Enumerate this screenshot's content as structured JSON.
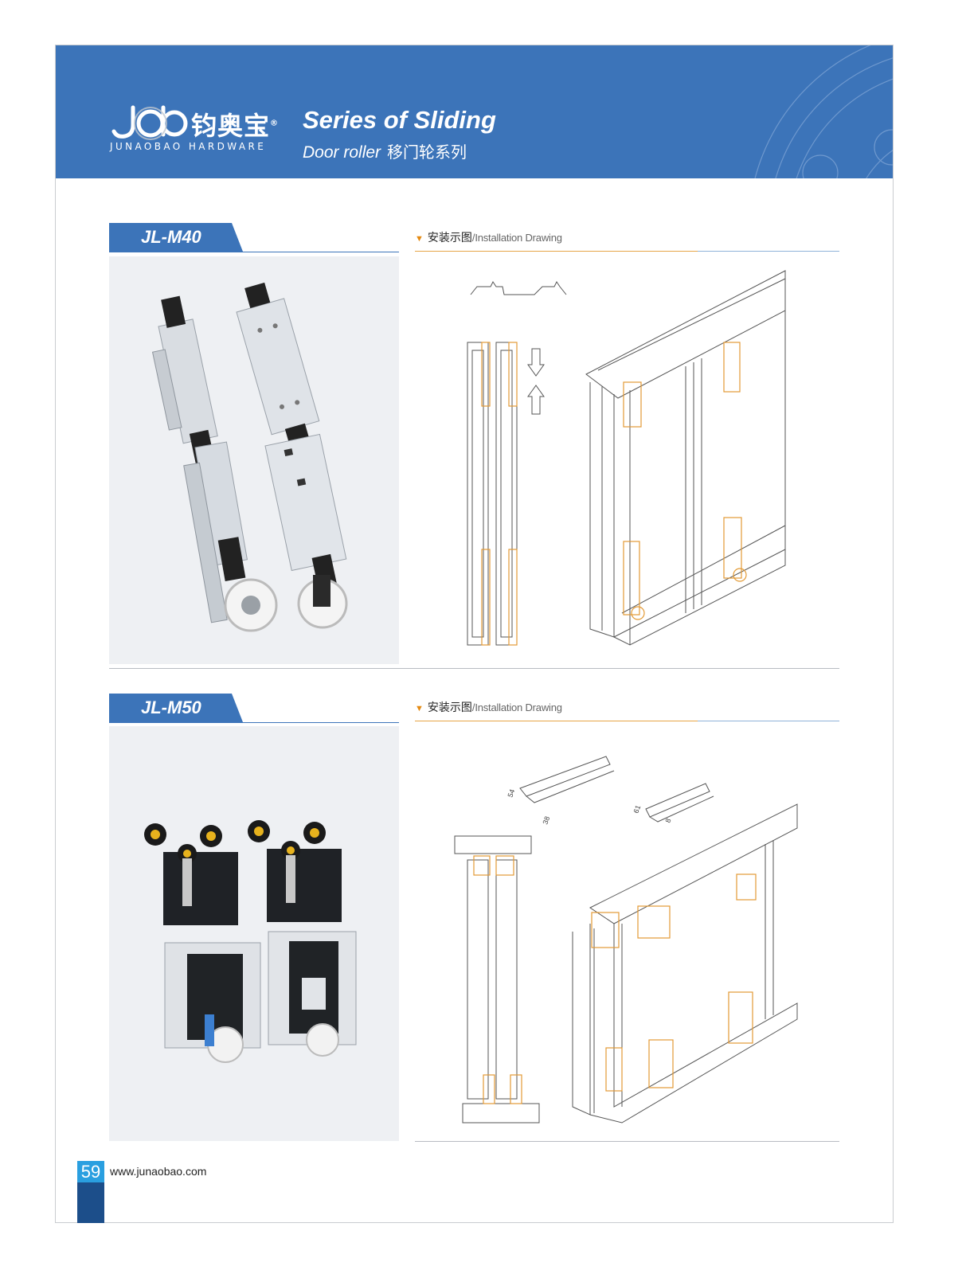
{
  "header": {
    "brand_cn": "钧奥宝",
    "brand_en": "JUNAOBAO HARDWARE",
    "series_title": "Series of Sliding",
    "series_subtitle_en": "Door roller",
    "series_subtitle_cn": "移门轮系列",
    "logo_mark": "JAB",
    "registered_mark": "®",
    "brand_color": "#3c74b9"
  },
  "sections": [
    {
      "model": "JL-M40",
      "install_label_cn": "安装示图",
      "install_label_sep": "/",
      "install_label_en": "Installation Drawing"
    },
    {
      "model": "JL-M50",
      "install_label_cn": "安装示图",
      "install_label_sep": "/",
      "install_label_en": "Installation Drawing"
    }
  ],
  "dimensions": {
    "d1": "54",
    "d2": "38",
    "d3": "61",
    "d4": "8"
  },
  "footer": {
    "page_number": "59",
    "website": "www.junaobao.com"
  },
  "colors": {
    "accent_orange": "#e48a12",
    "page_number_bg": "#2a9fe0",
    "page_tab_dark": "#1c4e8a"
  }
}
